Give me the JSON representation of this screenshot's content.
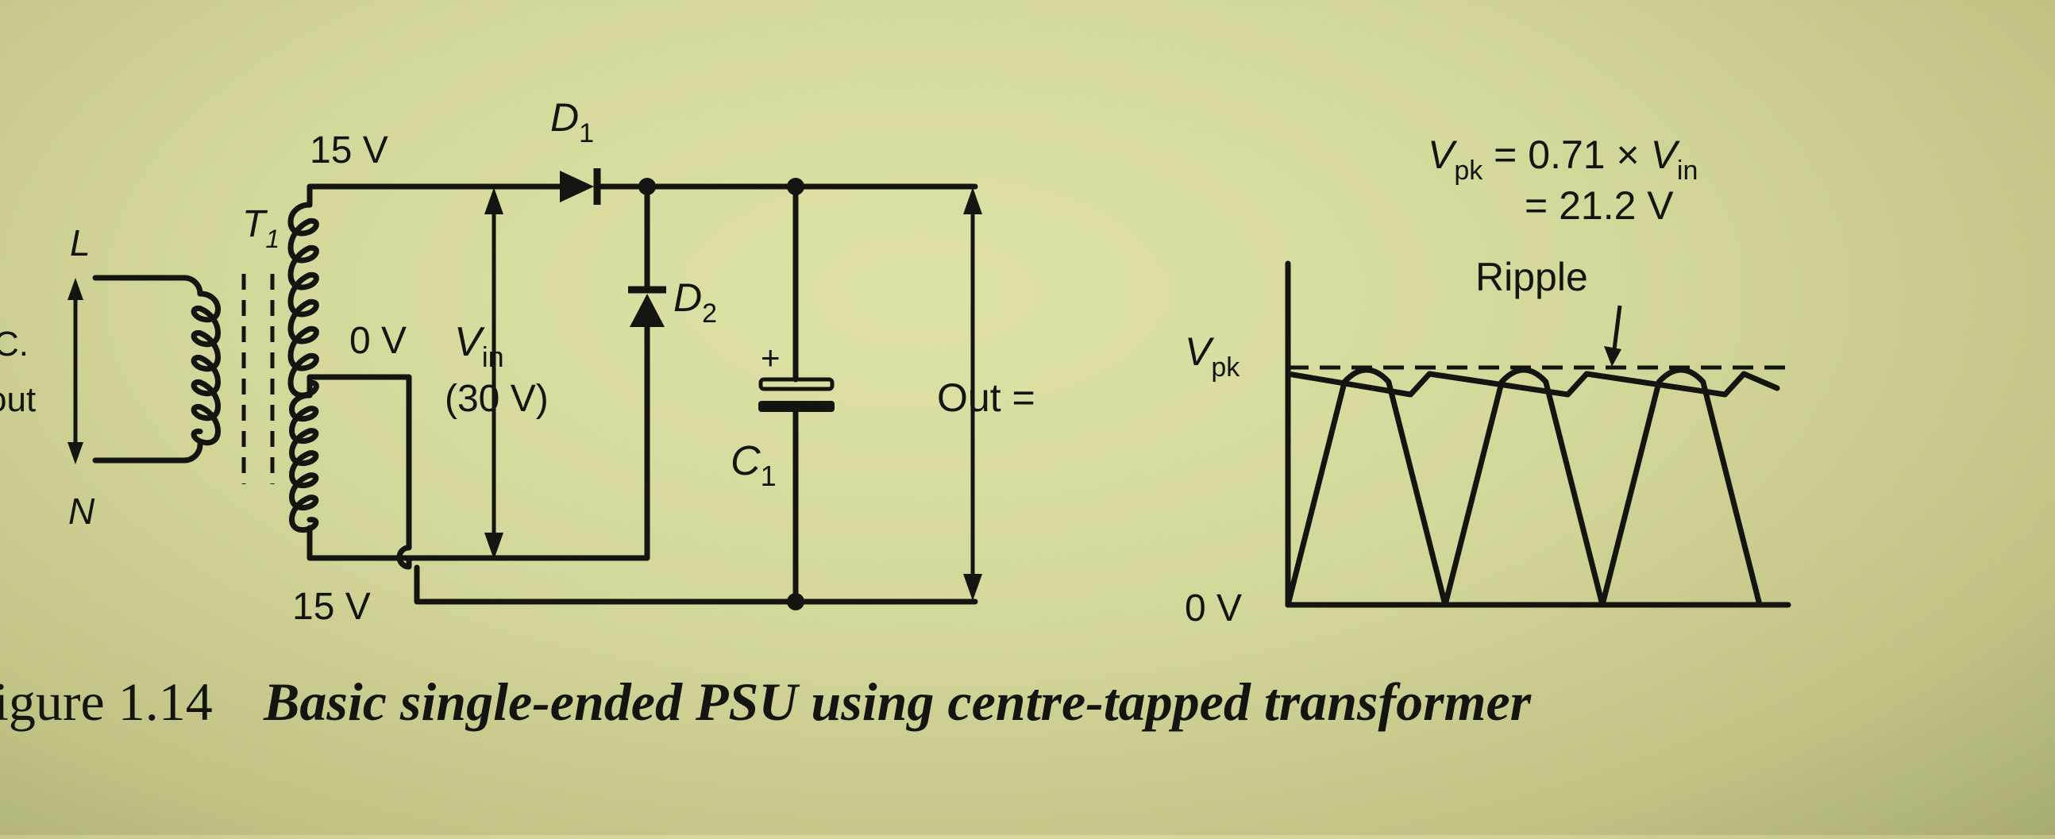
{
  "circuit": {
    "input_label_line": "L",
    "input_label_neutral": "N",
    "input_label_ac": "C.",
    "input_label_input": "out",
    "transformer_label": "T",
    "transformer_sub": "1",
    "tap_top": "15 V",
    "tap_center": "0 V",
    "tap_bottom": "15 V",
    "vin_symbol": "V",
    "vin_sub": "in",
    "vin_value": "(30 V)",
    "d1_label": "D",
    "d1_sub": "1",
    "d2_label": "D",
    "d2_sub": "2",
    "c1_label": "C",
    "c1_sub": "1",
    "c1_polarity": "+",
    "output_label": "Out ="
  },
  "waveform": {
    "formula_v": "V",
    "formula_sub": "pk",
    "formula_rest": " = 0.71 × ",
    "formula_v2": "V",
    "formula_sub2": "in",
    "result": "= 21.2 V",
    "ripple_label": "Ripple",
    "vpk_label": "V",
    "vpk_sub": "pk",
    "zero_label": "0 V",
    "humps": 3
  },
  "caption": {
    "label": "igure 1.14",
    "text": "Basic single-ended PSU using centre-tapped transformer"
  }
}
